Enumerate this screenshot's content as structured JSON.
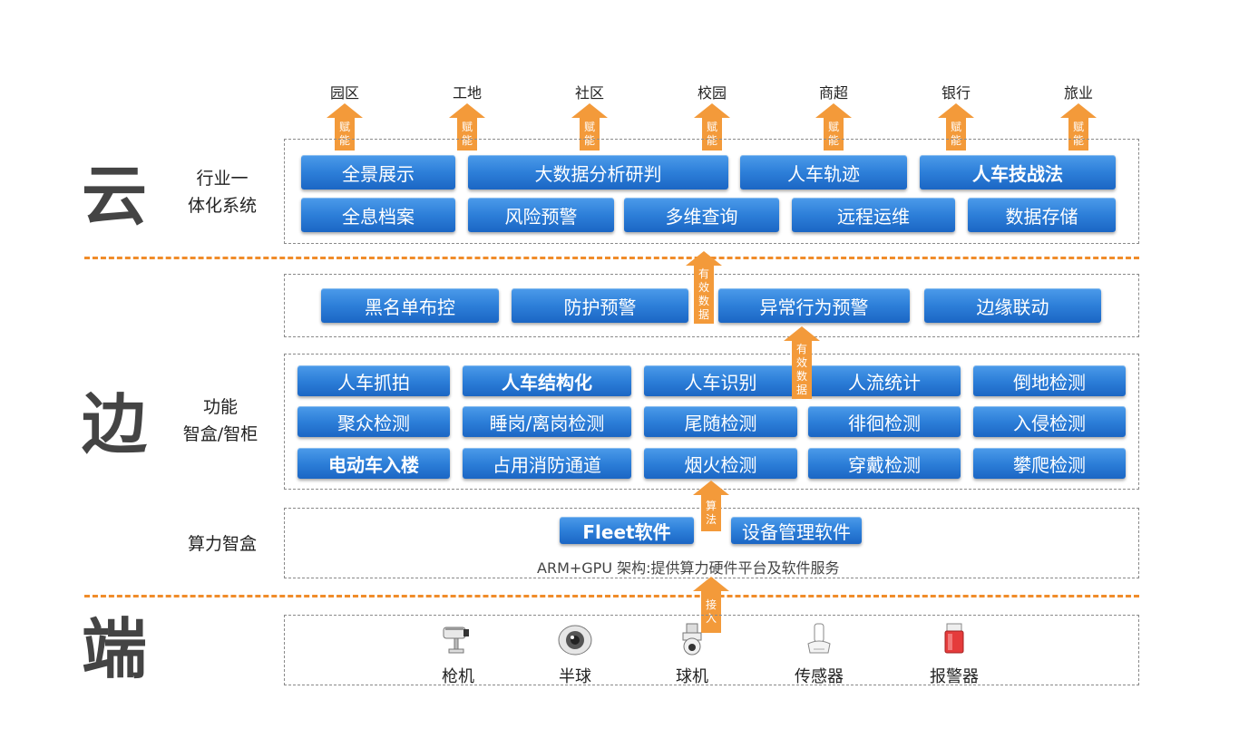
{
  "layers": {
    "cloud": "云",
    "edge": "边",
    "end": "端"
  },
  "side_labels": {
    "cloud_line1": "行业一",
    "cloud_line2": "体化系统",
    "edge_line1": "功能",
    "edge_line2": "智盒/智柜",
    "compute": "算力智盒"
  },
  "industries": [
    "园区",
    "工地",
    "社区",
    "校园",
    "商超",
    "银行",
    "旅业"
  ],
  "empower_arrow": [
    "赋",
    "能"
  ],
  "cloud_row1": [
    "全景展示",
    "大数据分析研判",
    "人车轨迹",
    "人车技战法"
  ],
  "cloud_row2": [
    "全息档案",
    "风险预警",
    "多维查询",
    "远程运维",
    "数据存储"
  ],
  "edge_top": [
    "黑名单布控",
    "防护预警",
    "异常行为预警",
    "边缘联动"
  ],
  "valid_data_arrow": [
    "有",
    "效",
    "数",
    "据"
  ],
  "edge_row1": [
    "人车抓拍",
    "人车结构化",
    "人车识别",
    "人流统计",
    "倒地检测"
  ],
  "edge_row2": [
    "聚众检测",
    "睡岗/离岗检测",
    "尾随检测",
    "徘徊检测",
    "入侵检测"
  ],
  "edge_row3": [
    "电动车入楼",
    "占用消防通道",
    "烟火检测",
    "穿戴检测",
    "攀爬检测"
  ],
  "algo_arrow": [
    "算",
    "法"
  ],
  "compute": {
    "fleet": "Fleet软件",
    "device_mgmt": "设备管理软件",
    "platform_note": "ARM+GPU  架构:提供算力硬件平台及软件服务"
  },
  "access_arrow": [
    "接",
    "入"
  ],
  "devices": [
    {
      "label": "枪机",
      "icon": "bullet-camera-icon"
    },
    {
      "label": "半球",
      "icon": "dome-camera-icon"
    },
    {
      "label": "球机",
      "icon": "ptz-camera-icon"
    },
    {
      "label": "传感器",
      "icon": "sensor-icon"
    },
    {
      "label": "报警器",
      "icon": "alarm-icon"
    }
  ],
  "colors": {
    "button_blue": "#2d7fd9",
    "arrow_orange": "#f39a3a",
    "divider_orange": "#f08c2a"
  }
}
